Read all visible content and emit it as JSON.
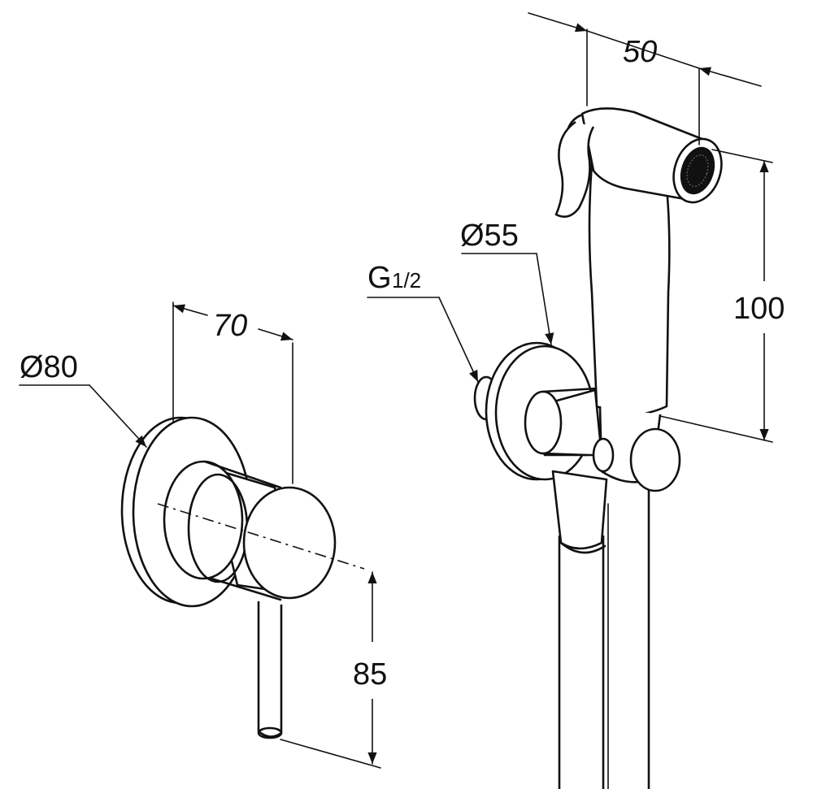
{
  "dimensions": {
    "valve_diameter": "Ø80",
    "valve_depth": "70",
    "lever_length": "85",
    "spray_width": "50",
    "spray_height": "100",
    "holder_diameter": "Ø55",
    "thread_main": "G",
    "thread_fraction": "1/2"
  },
  "colors": {
    "line": "#111111",
    "background": "#ffffff"
  }
}
